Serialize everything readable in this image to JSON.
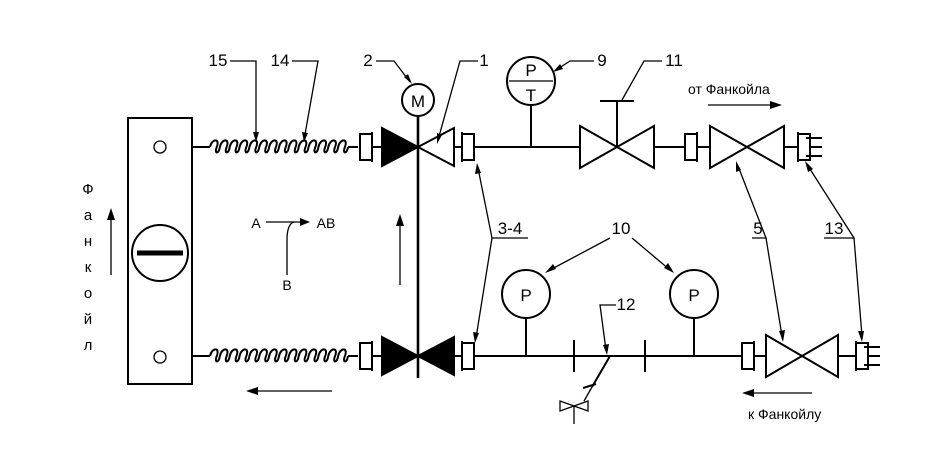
{
  "labels": {
    "l15": "15",
    "l14": "14",
    "l2": "2",
    "l1": "1",
    "l9": "9",
    "l11": "11",
    "l3_4": "3-4",
    "l10": "10",
    "l5": "5",
    "l13": "13",
    "l12": "12"
  },
  "instrument_letters": {
    "motor": "M",
    "pt_top": "P",
    "pt_bottom": "T",
    "gauge_left": "P",
    "gauge_right": "P"
  },
  "flow_text": {
    "from_fancoil": "от Фанкойла",
    "to_fancoil": "к Фанкойлу"
  },
  "valve_ports": {
    "a": "A",
    "ab": "AB",
    "b": "B"
  },
  "fancoil_letters": [
    "Ф",
    "а",
    "н",
    "к",
    "о",
    "й",
    "л"
  ]
}
